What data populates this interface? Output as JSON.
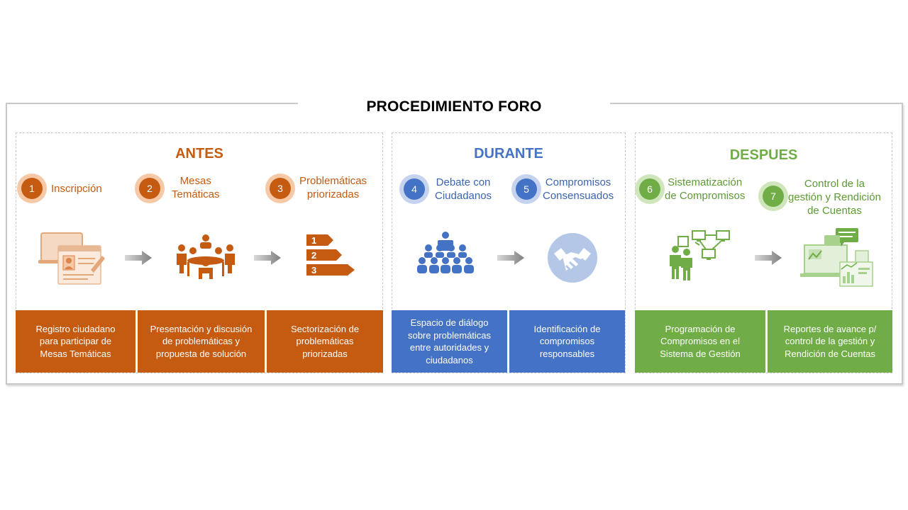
{
  "title": "PROCEDIMIENTO FORO",
  "phases": [
    {
      "title": "ANTES",
      "color": "#c55a11"
    },
    {
      "title": "DURANTE",
      "color": "#4472c4"
    },
    {
      "title": "DESPUES",
      "color": "#70ad47"
    }
  ],
  "steps": [
    {
      "number": "1",
      "label_lines": [
        "Inscripción"
      ]
    },
    {
      "number": "2",
      "label_lines": [
        "Mesas",
        "Temáticas"
      ]
    },
    {
      "number": "3",
      "label_lines": [
        "Problemáticas",
        "priorizadas"
      ]
    },
    {
      "number": "4",
      "label_lines": [
        "Debate con",
        "Ciudadanos"
      ]
    },
    {
      "number": "5",
      "label_lines": [
        "Compromisos",
        "Consensuados"
      ]
    },
    {
      "number": "6",
      "label_lines": [
        "Sistematización",
        "de Compromisos"
      ]
    },
    {
      "number": "7",
      "label_lines": [
        "Control de la",
        "gestión y Rendición",
        "de Cuentas"
      ]
    }
  ],
  "descriptions": [
    [
      "Registro ciudadano",
      "para participar de",
      "Mesas Temáticas"
    ],
    [
      "Presentación y discusión",
      "de problemáticas y",
      "propuesta de solución"
    ],
    [
      "Sectorización de",
      "problemáticas",
      "priorizadas"
    ],
    [
      "Espacio de diálogo",
      "sobre problemáticas",
      "entre autoridades y",
      "ciudadanos"
    ],
    [
      "Identificación de",
      "compromisos",
      "responsables"
    ],
    [
      "Programación de",
      "Compromisos en el",
      "Sistema de Gestión"
    ],
    [
      "Reportes  de avance p/",
      "control de la gestión y",
      "Rendición de Cuentas"
    ]
  ],
  "icons": [
    "registration-form-icon",
    "meeting-table-icon",
    "numbered-list-icon",
    "audience-speaker-icon",
    "handshake-icon",
    "people-network-icon",
    "dashboard-reports-icon"
  ],
  "colors": {
    "antes": "#c55a11",
    "durante": "#4472c4",
    "despues": "#70ad47",
    "arrow": "#8c8c8c"
  }
}
